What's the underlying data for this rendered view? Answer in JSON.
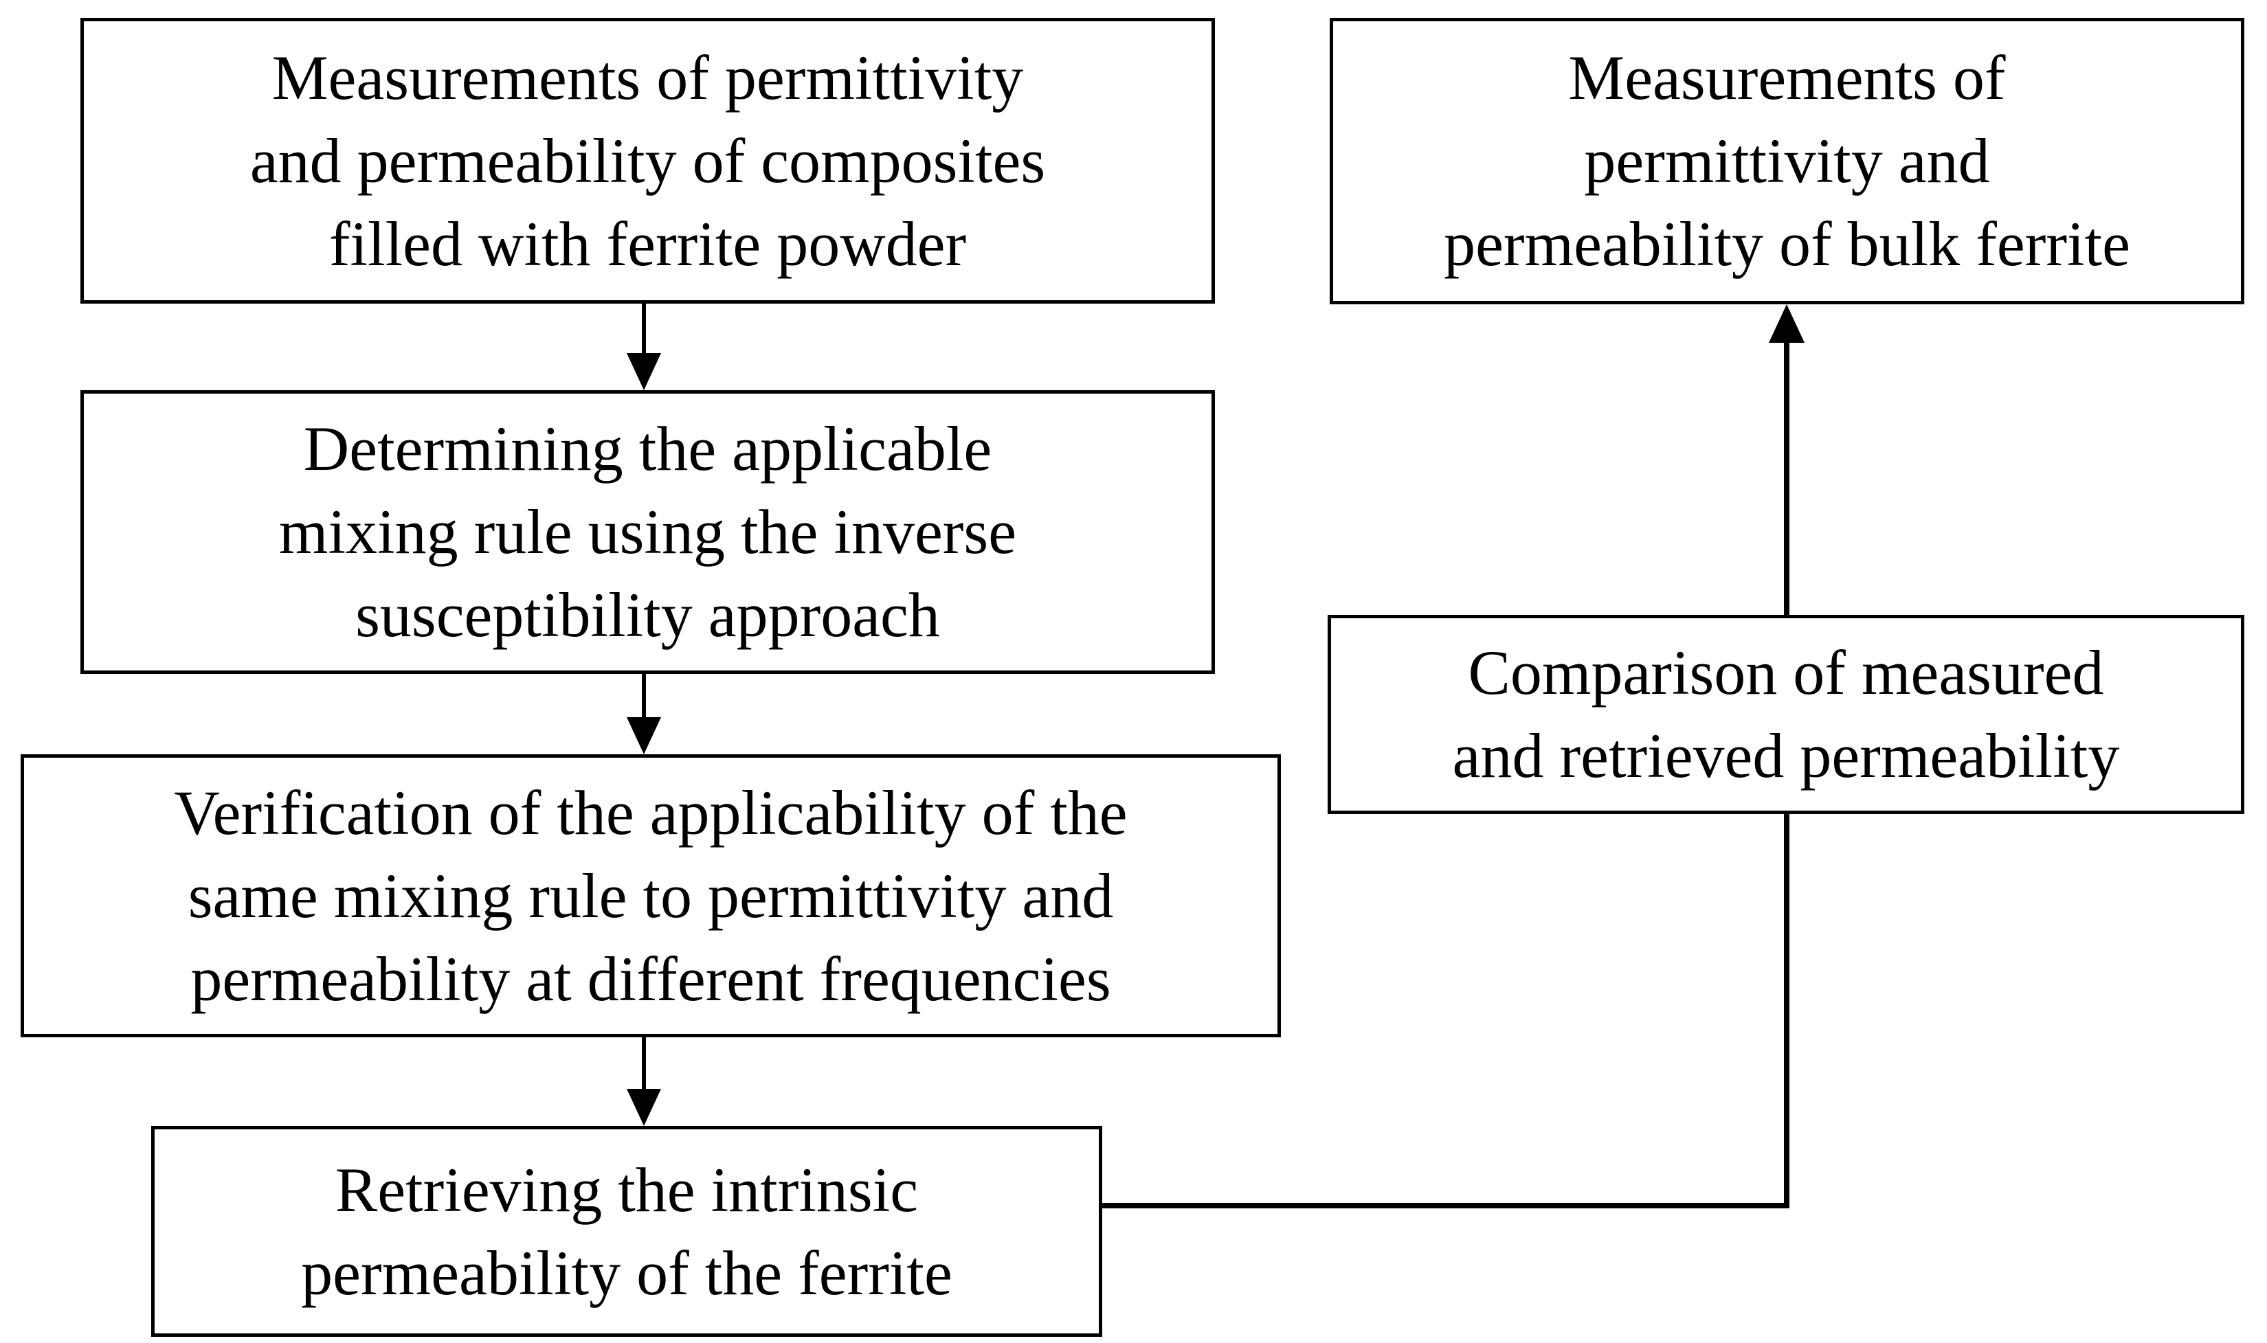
{
  "diagram": {
    "type": "flowchart",
    "background_color": "#ffffff",
    "stroke_color": "#000000",
    "nodes": {
      "composites": {
        "lines": [
          "Measurements of permittivity",
          "and permeability of composites",
          "filled with ferrite powder"
        ]
      },
      "mixing_rule": {
        "lines": [
          "Determining the applicable",
          "mixing rule using the inverse",
          "susceptibility approach"
        ]
      },
      "verification": {
        "lines": [
          "Verification of the applicability of the",
          "same mixing rule to permittivity and",
          "permeability at different frequencies"
        ]
      },
      "retrieving": {
        "lines": [
          "Retrieving the intrinsic",
          "permeability of the ferrite"
        ]
      },
      "bulk": {
        "lines": [
          "Measurements of",
          "permittivity and",
          "permeability of bulk ferrite"
        ]
      },
      "comparison": {
        "lines": [
          "Comparison of measured",
          "and retrieved permeability"
        ]
      }
    },
    "edges": [
      {
        "from": "composites",
        "to": "mixing_rule",
        "arrow": "down"
      },
      {
        "from": "mixing_rule",
        "to": "verification",
        "arrow": "down"
      },
      {
        "from": "verification",
        "to": "retrieving",
        "arrow": "down"
      },
      {
        "from": "retrieving",
        "to": "bulk",
        "arrow": "right-then-up",
        "passes_through": "comparison"
      }
    ]
  }
}
